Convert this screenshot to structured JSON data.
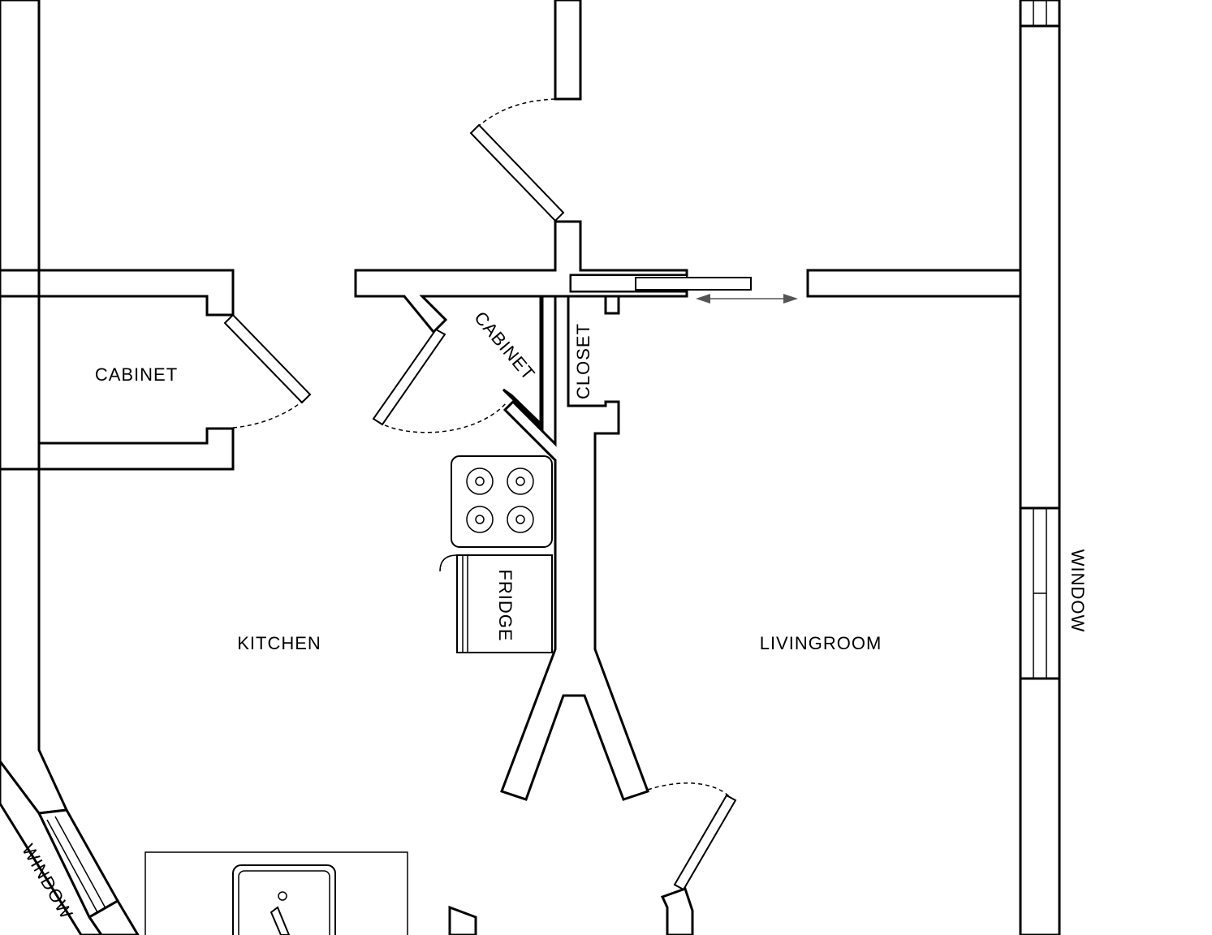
{
  "rooms": {
    "cabinet_left": "CABINET",
    "cabinet_mid": "CABINET",
    "closet": "CLOSET",
    "fridge": "FRIDGE",
    "kitchen": "KITCHEN",
    "livingroom": "LIVINGROOM",
    "window_right": "WINDOW",
    "window_bottom_left": "WINDOW"
  },
  "colors": {
    "line": "#000000",
    "background": "#ffffff",
    "arrow": "#555555"
  }
}
